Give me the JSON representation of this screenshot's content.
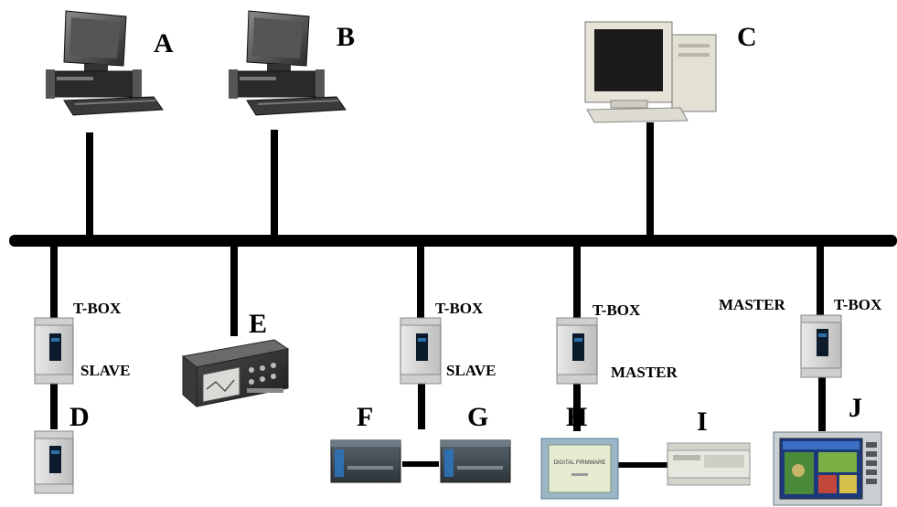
{
  "labels": {
    "a": "A",
    "b": "B",
    "c": "C",
    "d": "D",
    "e": "E",
    "f": "F",
    "g": "G",
    "h": "H",
    "i": "I",
    "j": "J"
  },
  "tags": {
    "tbox_1": "T-BOX",
    "slave_1": "SLAVE",
    "tbox_2": "T-BOX",
    "slave_2": "SLAVE",
    "tbox_3": "T-BOX",
    "master_3": "MASTER",
    "master_4": "MASTER",
    "tbox_4": "T-BOX"
  },
  "hmi_screen_text": "DIGITAL FIRMWARE"
}
